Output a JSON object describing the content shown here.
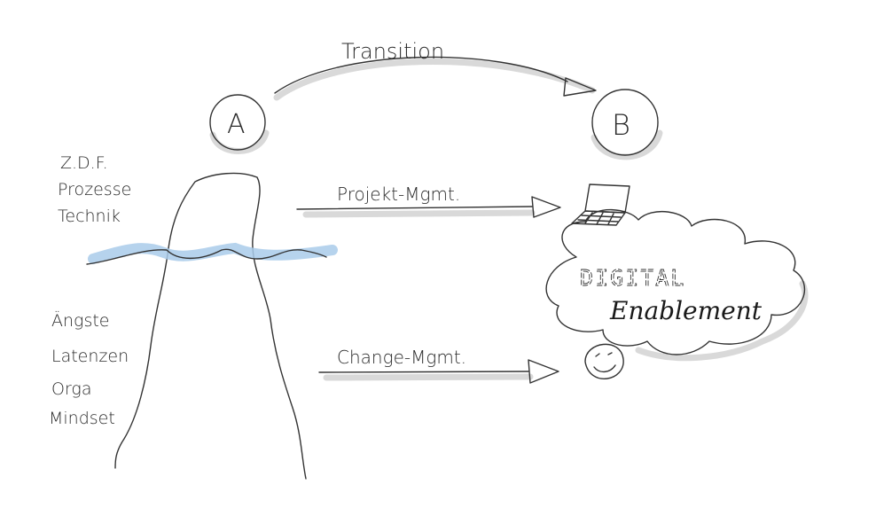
{
  "transition": {
    "label": "Transition",
    "from": "A",
    "to": "B"
  },
  "above_water": [
    "Z.D.F.",
    "Prozesse",
    "Technik"
  ],
  "below_water": [
    "Ängste",
    "Latenzen",
    "Orga",
    "Mindset"
  ],
  "paths": {
    "project": "Projekt-Mgmt.",
    "change": "Change-Mgmt."
  },
  "cloud": {
    "line1": "DIGITAL",
    "line2": "Enablement"
  },
  "colors": {
    "water": "#a9cbea",
    "ink": "#333333",
    "shadow": "#d9d9d9"
  }
}
